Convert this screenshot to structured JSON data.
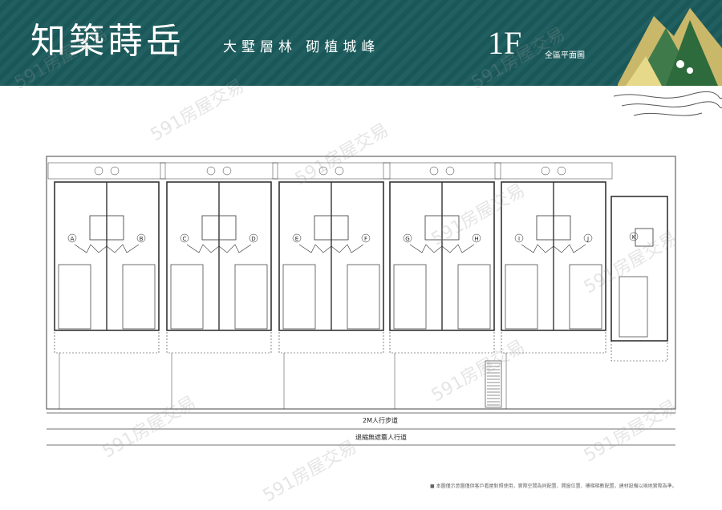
{
  "header": {
    "title": "知築蒔岳",
    "subtitle": "大墅層林 砌植城峰",
    "floor": "1F",
    "floor_name": "全區平面圖"
  },
  "units": [
    "A",
    "B",
    "C",
    "D",
    "E",
    "F",
    "G",
    "H",
    "I",
    "J",
    "K"
  ],
  "walkways": {
    "sidewalk": "2M人行步道",
    "setback": "退縮無遮簷人行道"
  },
  "footnote": "本圖僅示意圖僅供客戶看屋對照使用，實際空間為同配置、開窗位置、樓梯梯數配置，建材設備以現地實際為準。",
  "watermark": "591房屋交易",
  "colors": {
    "banner": "#1b5a5b",
    "line": "#333333",
    "accent": "#7a1a1a"
  }
}
